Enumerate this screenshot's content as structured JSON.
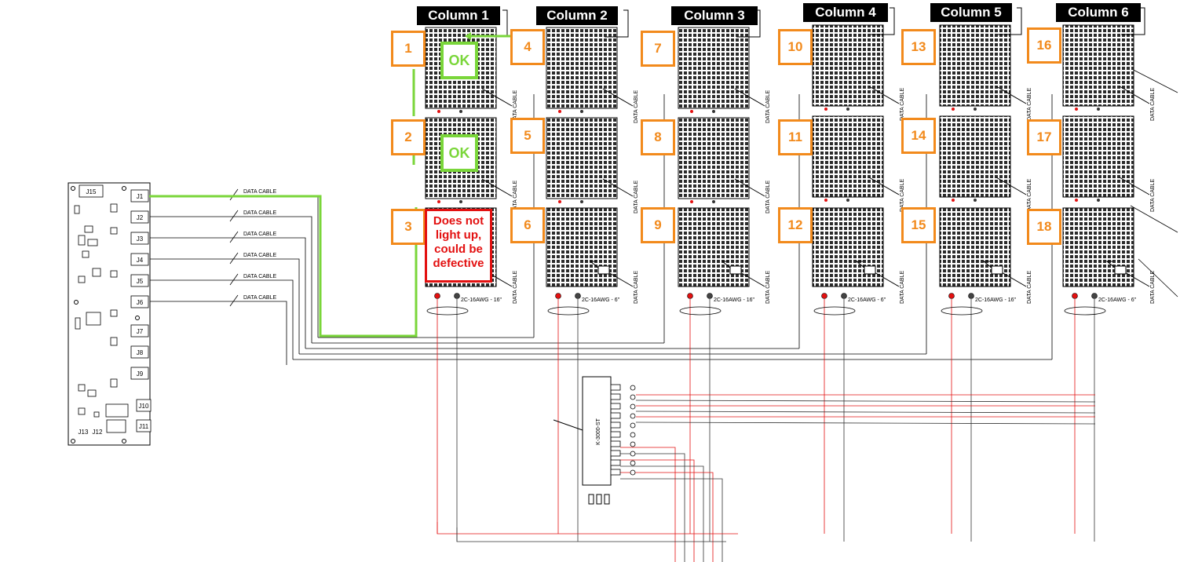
{
  "columns": [
    "Column 1",
    "Column 2",
    "Column 3",
    "Column 4",
    "Column 5",
    "Column 6"
  ],
  "panel_numbers": [
    "1",
    "2",
    "3",
    "4",
    "5",
    "6",
    "7",
    "8",
    "9",
    "10",
    "11",
    "12",
    "13",
    "14",
    "15",
    "16",
    "17",
    "18"
  ],
  "status": {
    "ok_label": "OK",
    "warning_lines": [
      "Does not",
      "light up,",
      "could be",
      "defective"
    ]
  },
  "controller": {
    "connectors": [
      "J15",
      "J1",
      "J2",
      "J3",
      "J4",
      "J5",
      "J6",
      "J7",
      "J8",
      "J9",
      "J10",
      "J11",
      "J13",
      "J12"
    ]
  },
  "cable_labels": {
    "data_cable": "DATA CABLE",
    "power_16": "2C-16AWG - 16\"",
    "power_6": "2C-16AWG - 6\""
  },
  "power_supply_label": "K-3000-ST",
  "colors": {
    "orange": "#f28a1c",
    "green": "#7ad63a",
    "red": "#e31010",
    "header_bg": "#000000"
  }
}
